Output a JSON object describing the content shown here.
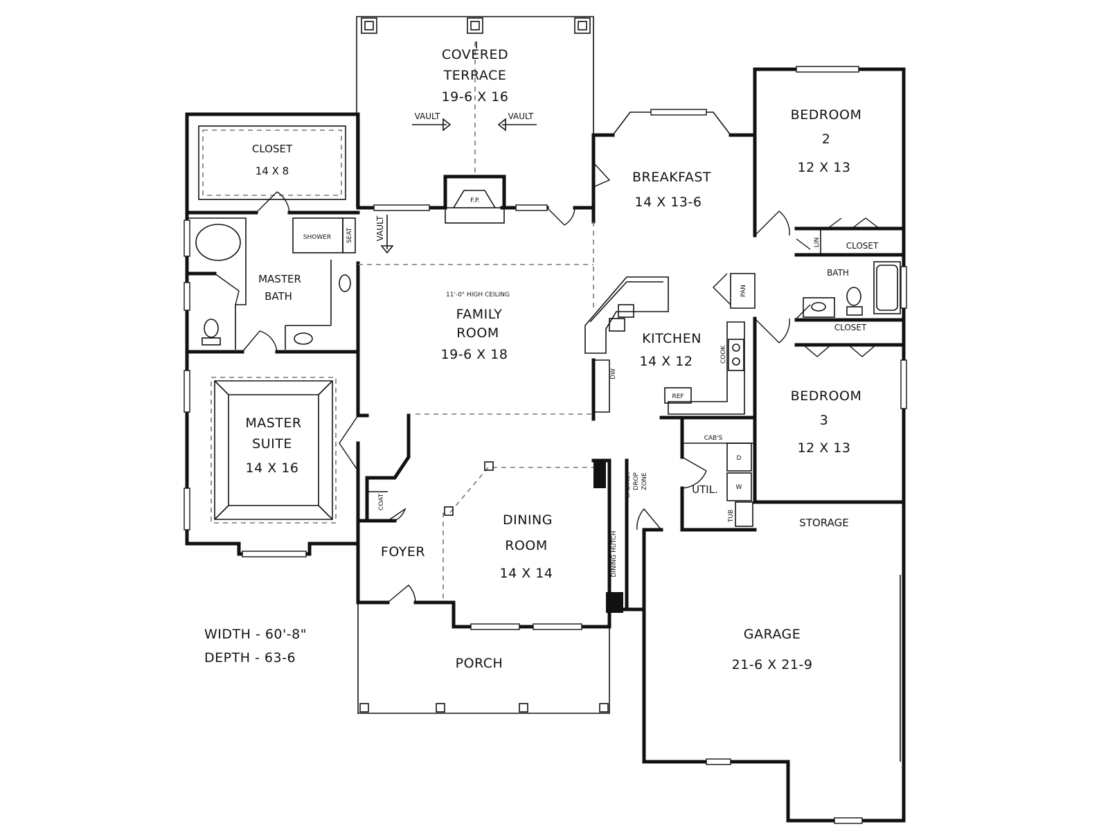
{
  "rooms": {
    "covered_terrace": {
      "name_1": "COVERED",
      "name_2": "TERRACE",
      "size": "19-6 X 16"
    },
    "closet_master": {
      "name": "CLOSET",
      "size": "14 X 8"
    },
    "breakfast": {
      "name": "BREAKFAST",
      "size": "14 X 13-6"
    },
    "bedroom_2": {
      "name": "BEDROOM",
      "number": "2",
      "size": "12 X 13"
    },
    "family_room": {
      "note": "11'-0\" HIGH CEILING",
      "name_1": "FAMILY",
      "name_2": "ROOM",
      "size": "19-6 X 18"
    },
    "master_bath": {
      "name_1": "MASTER",
      "name_2": "BATH"
    },
    "kitchen": {
      "name": "KITCHEN",
      "size": "14 X 12"
    },
    "bath": {
      "name": "BATH"
    },
    "closet_b2": {
      "name": "CLOSET"
    },
    "closet_b3": {
      "name": "CLOSET"
    },
    "bedroom_3": {
      "name": "BEDROOM",
      "number": "3",
      "size": "12 X 13"
    },
    "master_suite": {
      "name_1": "MASTER",
      "name_2": "SUITE",
      "size": "14 X 16"
    },
    "dining_room": {
      "name_1": "DINING",
      "name_2": "ROOM",
      "size": "14 X 14"
    },
    "foyer": {
      "name": "FOYER"
    },
    "util": {
      "name": "UTIL."
    },
    "storage": {
      "name": "STORAGE"
    },
    "porch": {
      "name": "PORCH"
    },
    "garage": {
      "name": "GARAGE",
      "size": "21-6 X 21-9"
    }
  },
  "fixtures": {
    "vault": "VAULT",
    "fireplace": "F.P.",
    "shower": "SHOWER",
    "seat": "SEAT",
    "lin": "LIN",
    "pan": "PAN",
    "cook": "COOK",
    "dw": "DW",
    "ref": "REF",
    "cabs": "CAB'S",
    "dryer": "D",
    "washer": "W",
    "tub": "TUB",
    "coat": "COAT",
    "cabinet_drop_zone_1": "CABINET",
    "cabinet_drop_zone_2": "DROP",
    "cabinet_drop_zone_3": "ZONE",
    "dining_hutch": "DINING HUTCH"
  },
  "dimensions": {
    "width": "WIDTH - 60'-8\"",
    "depth": "DEPTH - 63-6"
  }
}
